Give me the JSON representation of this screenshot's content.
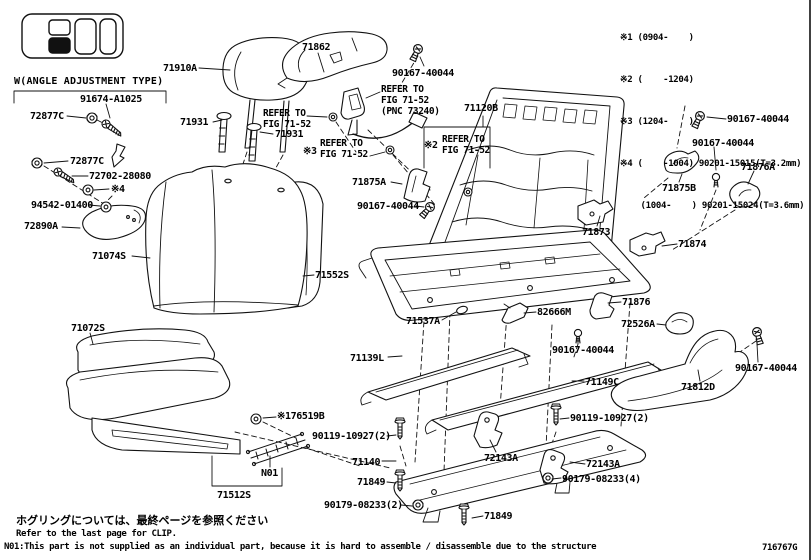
{
  "page": {
    "bg": "#ffffff",
    "ink": "#111111"
  },
  "legend_notes": [
    "※1 (0904-    )",
    "※2 (    -1204)",
    "※3 (1204-    )",
    "※4 (    -1004) 90201-15015(T=3.2mm)",
    "    (1004-    ) 90201-15024(T=3.6mm)"
  ],
  "labels": [
    {
      "text": "71910A"
    },
    {
      "text": "71862"
    },
    {
      "text": "90167-40044"
    },
    {
      "text": "REFER TO\nFIG 71-52\n(PNC 73240)"
    },
    {
      "text": "71120B"
    },
    {
      "text": "REFER TO\nFIG 71-52"
    },
    {
      "text": "71931"
    },
    {
      "text": "71931"
    },
    {
      "text": "※3"
    },
    {
      "text": "REFER TO\nFIG 71-52"
    },
    {
      "text": "※2"
    },
    {
      "text": "REFER TO\nFIG 71-52"
    },
    {
      "text": "W(ANGLE ADJUSTMENT TYPE)"
    },
    {
      "text": "91674-A1025"
    },
    {
      "text": "72877C"
    },
    {
      "text": "72877C"
    },
    {
      "text": "72702-28080"
    },
    {
      "text": "※4"
    },
    {
      "text": "94542-01400"
    },
    {
      "text": "72890A"
    },
    {
      "text": "71074S"
    },
    {
      "text": "71552S"
    },
    {
      "text": "71875A"
    },
    {
      "text": "90167-40044"
    },
    {
      "text": "71873"
    },
    {
      "text": "71874"
    },
    {
      "text": "71875B"
    },
    {
      "text": "71876A"
    },
    {
      "text": "90167-40044"
    },
    {
      "text": "90167-40044"
    },
    {
      "text": "71876"
    },
    {
      "text": "72526A"
    },
    {
      "text": "82666M"
    },
    {
      "text": "71537A"
    },
    {
      "text": "90167-40044"
    },
    {
      "text": "71139L"
    },
    {
      "text": "71149C"
    },
    {
      "text": "71812D"
    },
    {
      "text": "90167-40044"
    },
    {
      "text": "71072S"
    },
    {
      "text": "※176519B"
    },
    {
      "text": "90119-10927(2)"
    },
    {
      "text": "N01"
    },
    {
      "text": "71512S"
    },
    {
      "text": "71140"
    },
    {
      "text": "71849"
    },
    {
      "text": "90179-08233(2)"
    },
    {
      "text": "71849"
    },
    {
      "text": "72143A"
    },
    {
      "text": "72143A"
    },
    {
      "text": "90119-10927(2)"
    },
    {
      "text": "90179-08233(4)"
    }
  ],
  "footer": {
    "jp_note": "ホグリングについては、最終ページを参照ください",
    "clip_note": "Refer to the last page for CLIP.",
    "n01_note": "N01:This part is not supplied as an individual part, because it is hard to assemble / disassemble due to the structure",
    "page_code": "716767G"
  }
}
